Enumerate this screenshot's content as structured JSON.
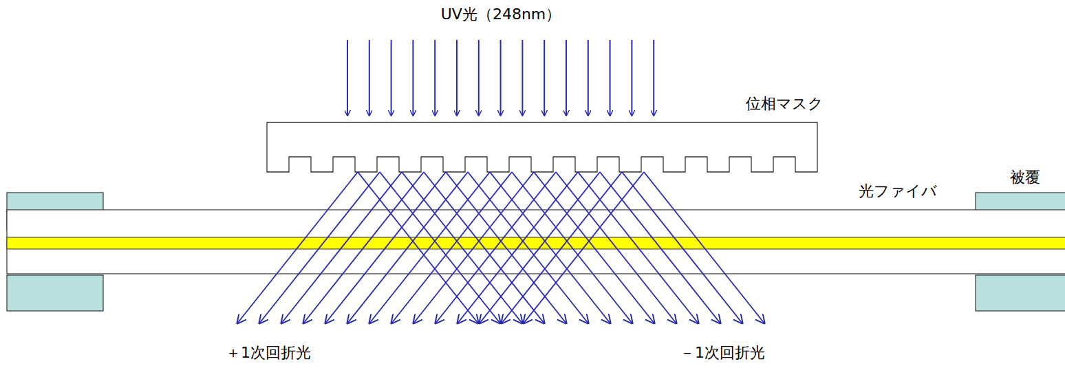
{
  "diagram": {
    "labels": [
      "UV光（248nm）",
      "位相マスク",
      "被覆",
      "光ファイバ",
      "＋1次回折光",
      "－1次回折光"
    ]
  }
}
